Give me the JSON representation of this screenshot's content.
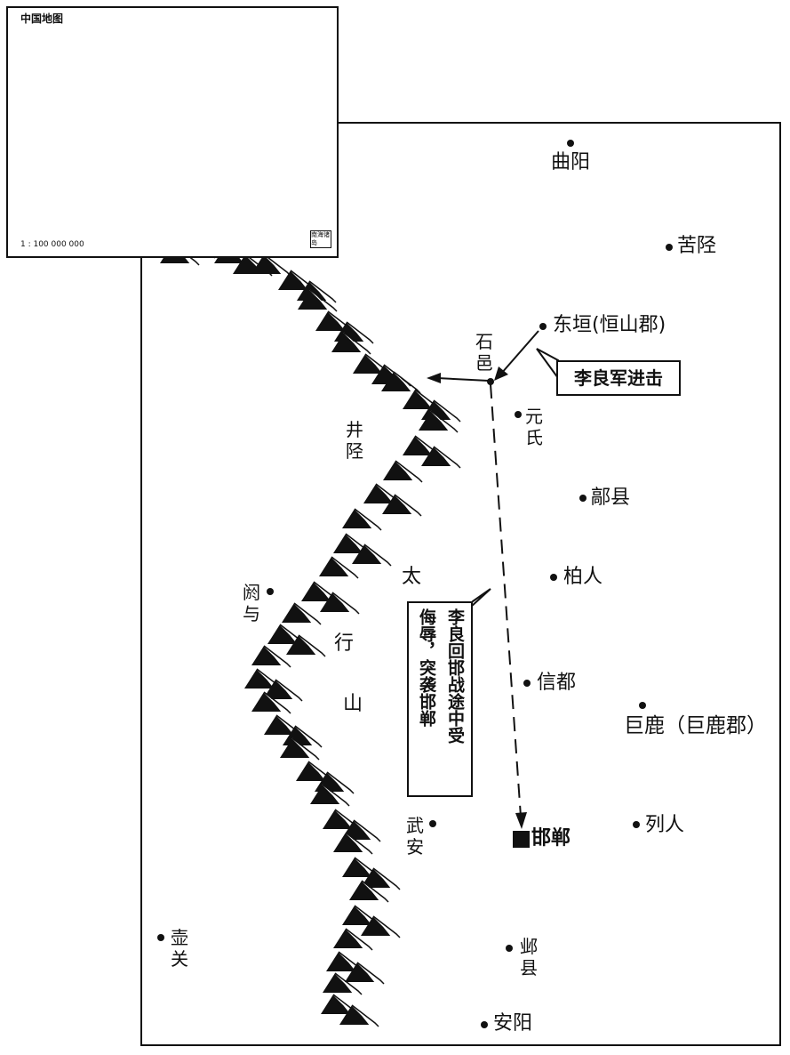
{
  "inset": {
    "title": "中国地图",
    "scale": "1 : 100 000 000",
    "sea_box_label": "南海诸岛"
  },
  "places": {
    "quyang": "曲阳",
    "kujing": "苦陉",
    "dongyuan": "东垣(恒山郡)",
    "shiyi": "石邑",
    "jingxing": "井陉",
    "yuanshi": "元氏",
    "haoxian": "鄗县",
    "boren": "柏人",
    "yuyu": "阏与",
    "xindu": "信都",
    "julu": "巨鹿（巨鹿郡）",
    "wuan": "武安",
    "handan": "邯郸",
    "lieren": "列人",
    "huguan": "壶关",
    "yexian": "邺县",
    "anyang": "安阳"
  },
  "mountain": {
    "chars": [
      "太",
      "行",
      "山"
    ]
  },
  "callouts": {
    "advance": "李良军进击",
    "insult": [
      "李良回邯战途中受",
      "侮辱，突袭邯郸"
    ]
  },
  "colors": {
    "ink": "#111111",
    "inset_highlight": "#c8c8c8"
  }
}
